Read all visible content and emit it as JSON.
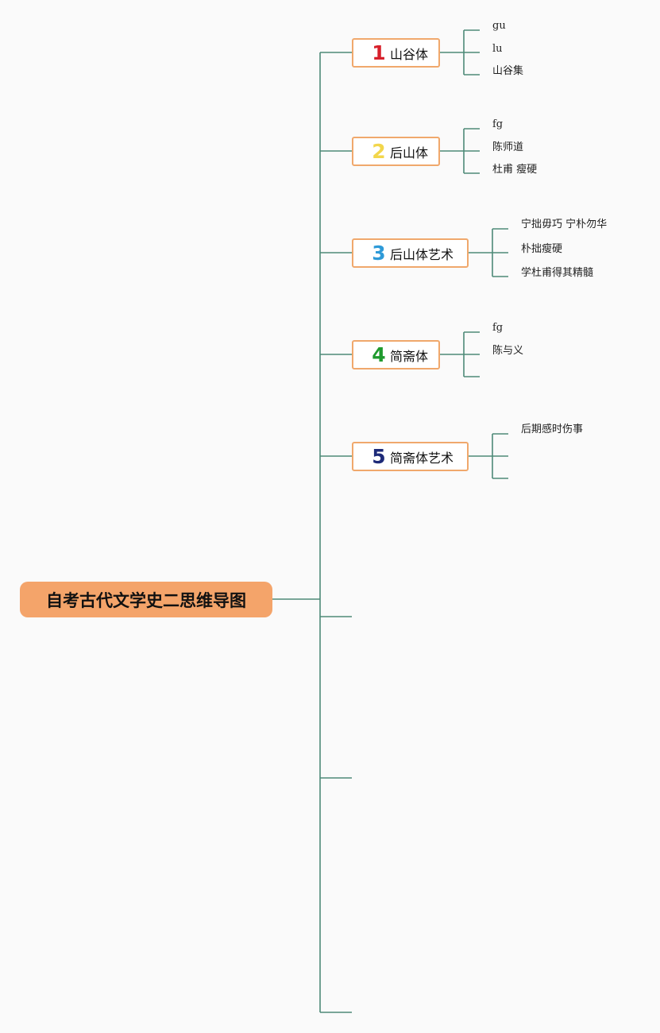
{
  "root": {
    "label": "自考古代文学史二思维导图"
  },
  "topics": [
    {
      "num": "1",
      "num_color": "#d7202b",
      "label": "山谷体",
      "children": [
        "gu",
        "lu",
        "山谷集"
      ]
    },
    {
      "num": "2",
      "num_color": "#f2d64b",
      "label": "后山体",
      "children": [
        "fg",
        "陈师道",
        "杜甫 瘦硬"
      ]
    },
    {
      "num": "3",
      "num_color": "#2e9ad8",
      "label": "后山体艺术",
      "children": [
        "宁拙毋巧 宁朴勿华",
        "朴拙瘦硬",
        "学杜甫得其精髓"
      ]
    },
    {
      "num": "4",
      "num_color": "#1f9a2e",
      "label": "简斋体",
      "children": [
        "fg",
        "陈与义",
        ""
      ]
    },
    {
      "num": "5",
      "num_color": "#1d2a78",
      "label": "简斋体艺术",
      "children": [
        "后期感时伤事",
        "",
        ""
      ]
    }
  ],
  "colors": {
    "line": "#4e8a78",
    "topic_border": "#f0a86c",
    "root_fill": "#f4a46a"
  }
}
